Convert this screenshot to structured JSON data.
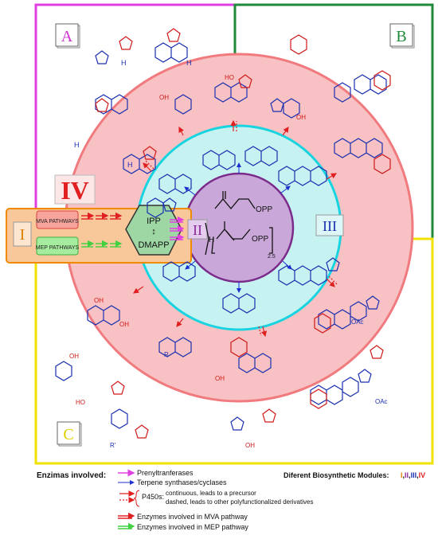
{
  "quadrants": {
    "A": {
      "label": "A",
      "color": "#e040e0"
    },
    "B": {
      "label": "B",
      "color": "#1f8a3a"
    },
    "C": {
      "label": "C",
      "color": "#f2e200"
    }
  },
  "modules": {
    "I": "I",
    "II": "II",
    "III": "III",
    "IV": "IV"
  },
  "pathways": {
    "mva": "MVA PATHWAYS",
    "mep": "MEP PATHWAYS"
  },
  "hub": {
    "ipp": "IPP",
    "dmapp": "DMAPP",
    "arrow": "↕"
  },
  "center_molecule": {
    "opp_top": "OPP",
    "opp_bottom": "OPP",
    "h": "H",
    "subscript": "2.5"
  },
  "legend": {
    "heading": "Enzimas involved:",
    "prenyl": "Prenyltranferases",
    "terpene": "Terpene synthases/cyclases",
    "p450_label": "P450s:",
    "p450_continuous": "continuous, leads to a precursor",
    "p450_dashed": "dashed, leads to other polyfunctionalized derivatives",
    "mva": "Enzymes involved in MVA pathway",
    "mep": "Enzymes involved in MEP pathway",
    "modules_heading": "Diferent Biosynthetic Modules:",
    "modules_list": [
      "I",
      "II",
      "III",
      "IV"
    ],
    "modules_separator": ","
  },
  "atom_labels": {
    "h": "H",
    "oh": "OH",
    "ho": "HO",
    "o": "O",
    "oac": "OAc",
    "r": "R",
    "r_prime": "R'"
  },
  "colors": {
    "outer_ring": "#f8c2c4",
    "outer_ring_stroke": "#f07a7e",
    "middle_ring": "#c6f2f2",
    "middle_ring_stroke": "#18d4e0",
    "inner_circle": "#c9a7d9",
    "inner_circle_stroke": "#7b2c8a",
    "module_I_box": "#f9c89a",
    "module_I_stroke": "#f08a00",
    "hub": "#9ed7a4",
    "prenyl_arrow": "#e040e0",
    "terpene_arrow": "#1a2fd0",
    "p450_arrow": "#e02020",
    "mva_arrow": "#e02020",
    "mep_arrow": "#40d040",
    "molecule_blue": "#1a2fb0",
    "molecule_red": "#d01818",
    "iv_red": "#e02020",
    "roman_I": "#e08000",
    "roman_II": "#8e2a9a",
    "roman_III": "#1a2fb0"
  }
}
